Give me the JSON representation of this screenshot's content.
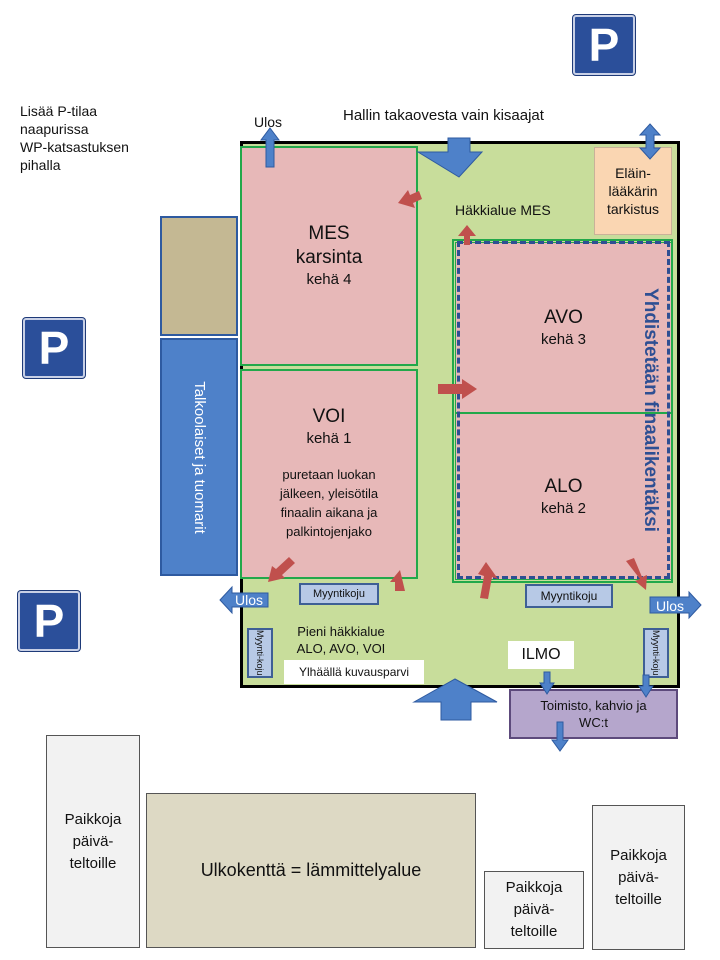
{
  "parking": {
    "label": "P"
  },
  "side_note": {
    "lines": [
      "Lisää P-tilaa",
      "naapurissa",
      "WP-katsastuksen",
      "pihalla"
    ]
  },
  "top": {
    "exit": "Ulos",
    "back_door": "Hallin takaovesta vain kisaajat"
  },
  "vet": {
    "lines": [
      "Eläin-",
      "lääkärin",
      "tarkistus"
    ]
  },
  "cage_area_mes": "Häkkialue MES",
  "rings": {
    "mes": {
      "title": "MES",
      "subtitle": "karsinta",
      "ring": "kehä 4"
    },
    "voi": {
      "title": "VOI",
      "ring": "kehä 1",
      "note": [
        "puretaan luokan",
        "jälkeen, yleisötila",
        "finaalin aikana ja",
        "palkintojenjako"
      ]
    },
    "avo": {
      "title": "AVO",
      "ring": "kehä 3"
    },
    "alo": {
      "title": "ALO",
      "ring": "kehä 2"
    }
  },
  "merge_note": "Yhdistetään finaalikentäksi",
  "volunteers": "Talkoolaiset ja tuomarit",
  "exits": {
    "left": "Ulos",
    "right": "Ulos"
  },
  "stalls": {
    "horizontal": "Myyntikoju",
    "vertical": "Myynti-koju"
  },
  "small_cage": {
    "lines": [
      "Pieni häkkialue",
      "ALO, AVO, VOI"
    ]
  },
  "photo": "Ylhäällä kuvausparvi",
  "ilmo": "ILMO",
  "office": {
    "lines": [
      "Toimisto, kahvio  ja",
      "WC:t"
    ]
  },
  "tents": {
    "lines": [
      "Paikkoja",
      "päivä-",
      "teltoille"
    ]
  },
  "field": "Ulkokenttä  = lämmittelyalue",
  "colors": {
    "hall": "#c8dd9b",
    "ring": "#e7b8b8",
    "ring_border": "#22a84a",
    "blue_arrow": "#4e81c9",
    "red_arrow": "#c0504d",
    "merge": "#2e4f93",
    "parking": "#2b4f9a",
    "office": "#b5a6cc",
    "vet": "#fad6b2"
  }
}
